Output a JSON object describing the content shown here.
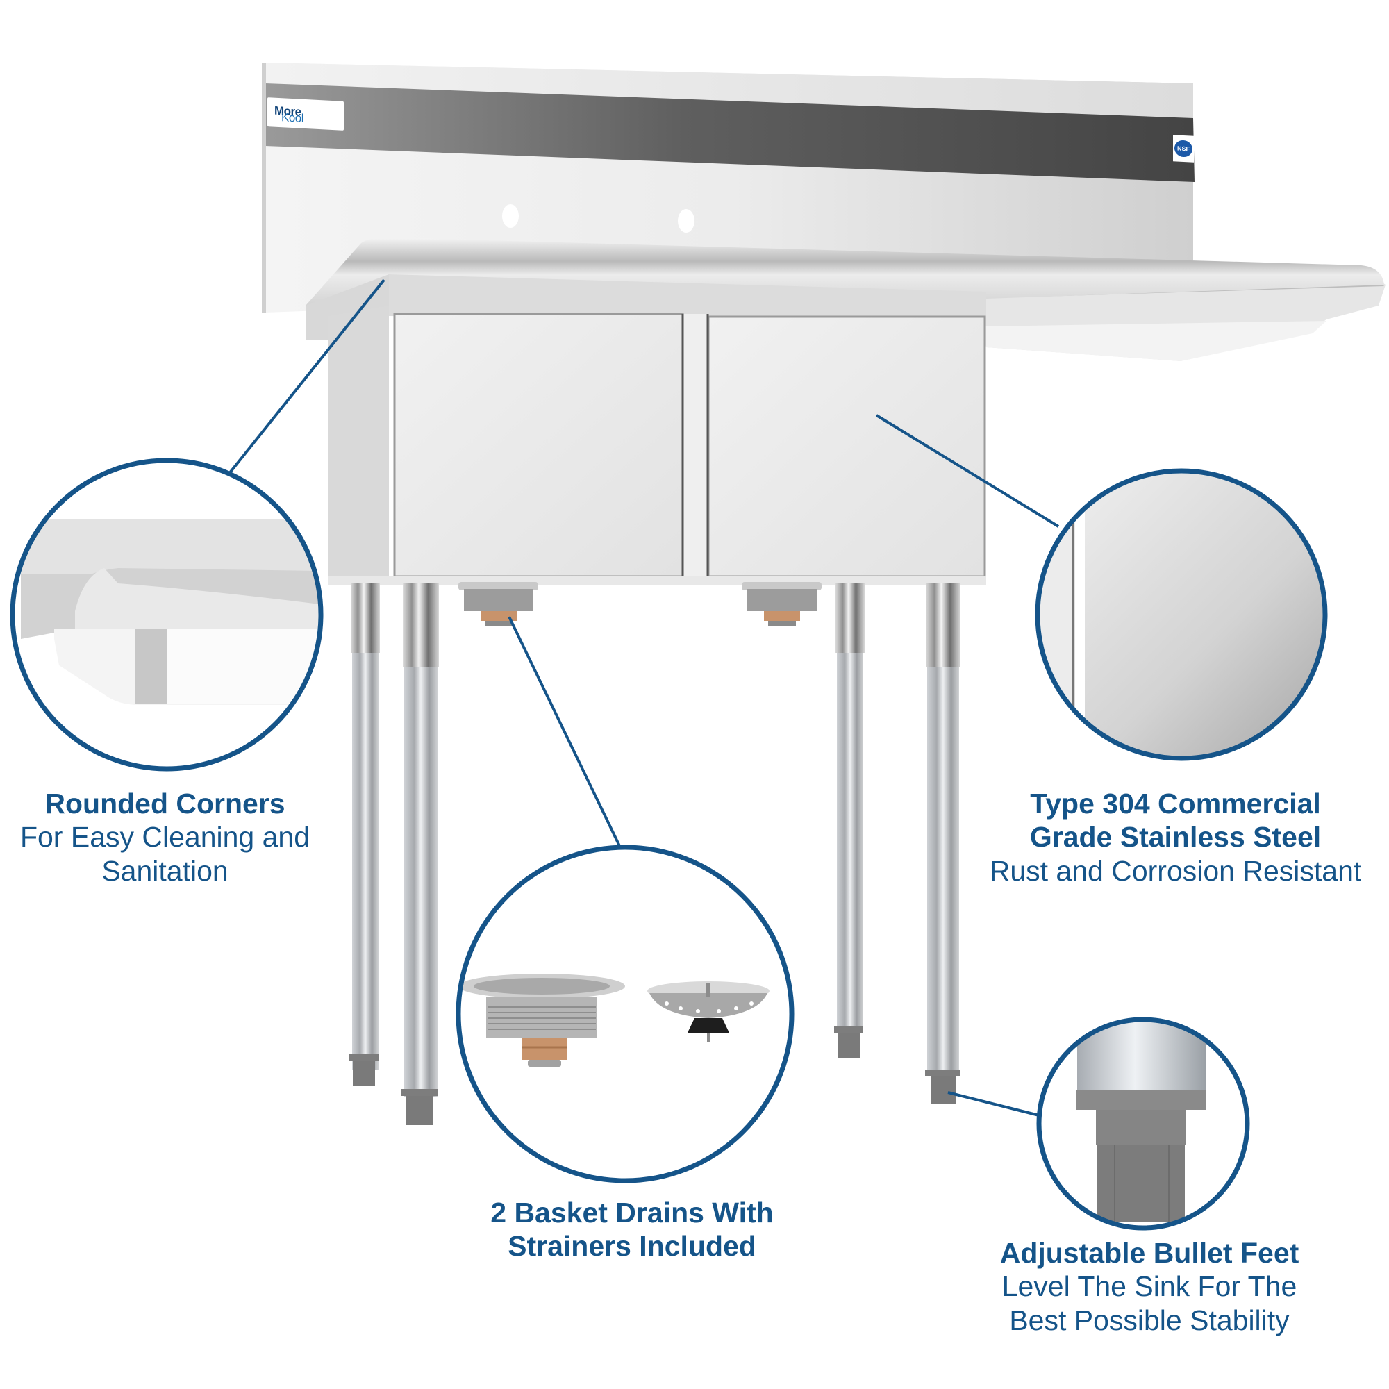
{
  "product": {
    "brand_logo": "KoolMore",
    "brand_logo_parts": [
      "Kool",
      "More"
    ],
    "certification_badge": "NSF",
    "description": "Two-compartment stainless steel commercial sink with right drainboard and backsplash"
  },
  "colors": {
    "accent_blue": "#155489",
    "callout_ring": "#155489",
    "steel_light": "#e9e9ea",
    "steel_dark": "#4a4a4a",
    "foot_gray": "#7c7c7c",
    "brass_nut": "#c8936b"
  },
  "callouts": [
    {
      "id": "rounded-corners",
      "title": "Rounded Corners",
      "subtitle_lines": [
        "For Easy Cleaning and",
        "Sanitation"
      ],
      "magnified_view": "rounded-corner-closeup"
    },
    {
      "id": "stainless-steel",
      "title_lines": [
        "Type 304 Commercial",
        "Grade Stainless Steel"
      ],
      "subtitle_lines": [
        "Rust and Corrosion Resistant"
      ],
      "magnified_view": "brushed-steel-closeup"
    },
    {
      "id": "basket-drains",
      "title_lines": [
        "2 Basket Drains With",
        "Strainers Included"
      ],
      "magnified_view": "basket-drain-and-strainer"
    },
    {
      "id": "bullet-feet",
      "title": "Adjustable Bullet Feet",
      "subtitle_lines": [
        "Level The Sink For The",
        "Best Possible Stability"
      ],
      "magnified_view": "bullet-foot-closeup"
    }
  ]
}
